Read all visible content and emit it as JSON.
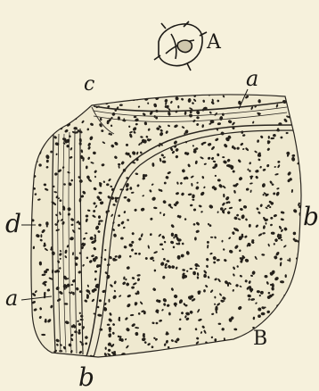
{
  "figure": {
    "labels": {
      "A": "A",
      "B": "B",
      "a_top": "a",
      "a_left": "a",
      "b_right": "b",
      "b_bottom": "b",
      "c": "c",
      "d": "d"
    }
  }
}
